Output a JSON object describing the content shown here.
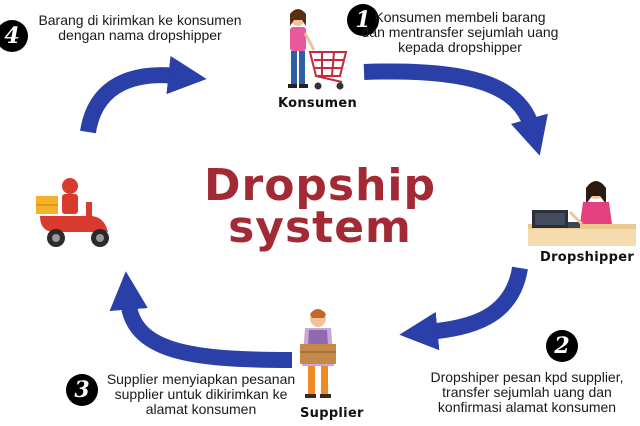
{
  "title": {
    "line1": "Dropship",
    "line2": "system"
  },
  "steps": [
    {
      "number": "1",
      "lines": [
        "Konsumen membeli barang",
        "dan mentransfer sejumlah uang",
        "kepada dropshipper"
      ]
    },
    {
      "number": "2",
      "lines": [
        "Dropshiper pesan kpd supplier,",
        "transfer sejumlah uang dan",
        "konfirmasi alamat konsumen"
      ]
    },
    {
      "number": "3",
      "lines": [
        "Supplier menyiapkan pesanan",
        "supplier untuk dikirimkan ke",
        "alamat konsumen"
      ]
    },
    {
      "number": "4",
      "lines": [
        "Barang di kirimkan ke konsumen",
        "dengan nama dropshipper"
      ]
    }
  ],
  "actors": {
    "konsumen": "Konsumen",
    "dropshipper": "Dropshipper",
    "supplier": "Supplier"
  },
  "colors": {
    "arrow": "#2b3fa8",
    "title": "#a32a35",
    "badge": "#000000"
  }
}
